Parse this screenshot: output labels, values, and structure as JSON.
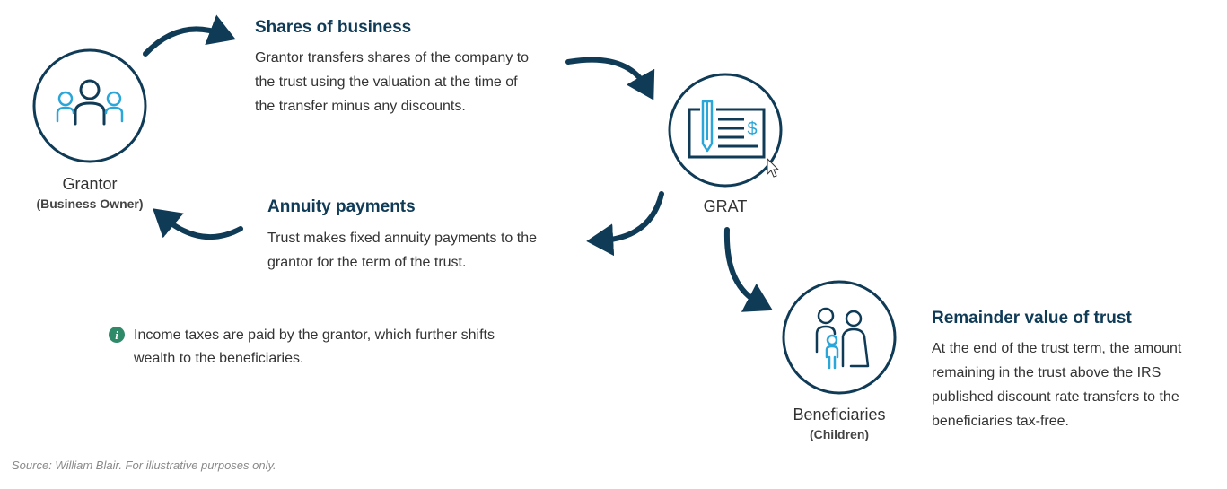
{
  "colors": {
    "navy": "#0f3b57",
    "accent": "#2aa6d9",
    "info": "#2f8a6a"
  },
  "nodes": {
    "grantor": {
      "label": "Grantor",
      "sub": "(Business Owner)",
      "icon": "people-icon"
    },
    "grat": {
      "label": "GRAT",
      "icon": "check-document-icon"
    },
    "beneficiaries": {
      "label": "Beneficiaries",
      "sub": "(Children)",
      "icon": "family-icon"
    }
  },
  "flows": {
    "shares": {
      "title": "Shares of business",
      "lines": [
        "Grantor transfers shares of the company to",
        "the trust using the valuation at the time of",
        "the transfer minus any discounts."
      ]
    },
    "annuity": {
      "title": "Annuity payments",
      "lines": [
        "Trust makes fixed annuity payments to the",
        "grantor for the term of the trust."
      ]
    },
    "remainder": {
      "title": "Remainder value of trust",
      "lines": [
        "At the end of the trust term, the amount",
        "remaining in the trust above the IRS",
        "published discount rate transfers to the",
        "beneficiaries tax-free."
      ]
    }
  },
  "note": {
    "icon": "info-icon",
    "lines": [
      "Income taxes are paid by the grantor, which further shifts",
      "wealth to the beneficiaries."
    ]
  },
  "source": "Source: William Blair. For illustrative purposes only."
}
